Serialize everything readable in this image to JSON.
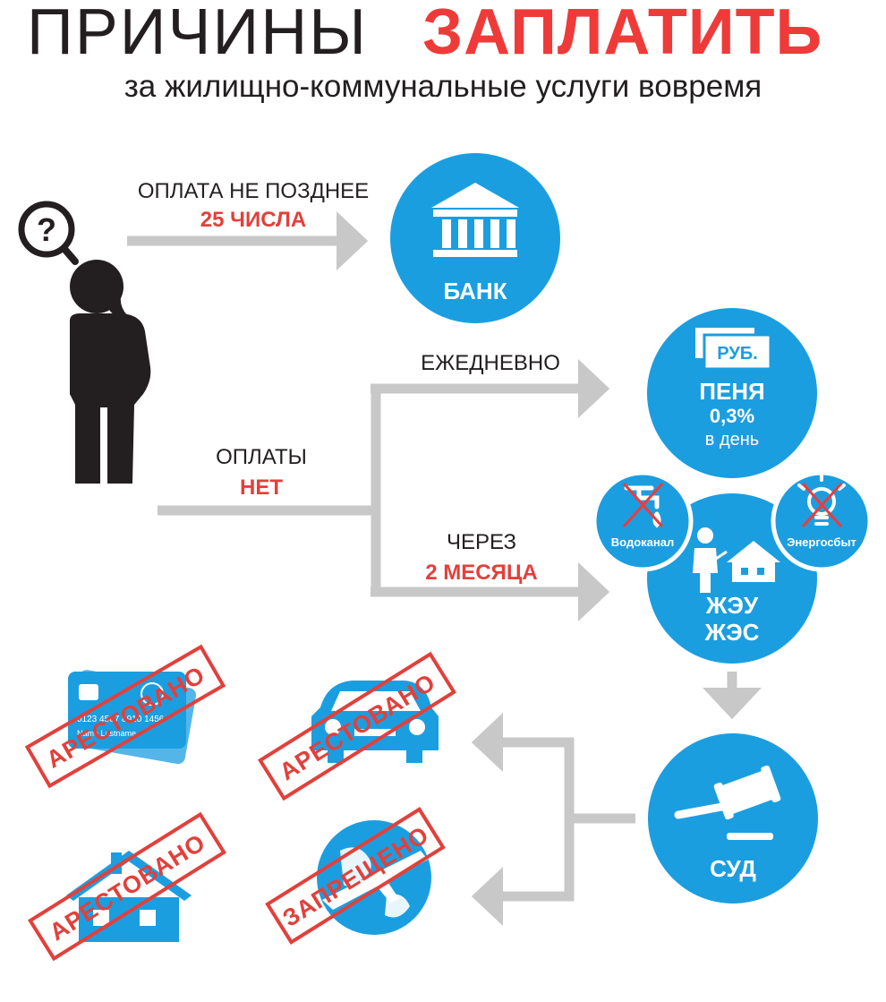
{
  "title": {
    "part1": "ПРИЧИНЫ",
    "part2": "ЗАПЛАТИТЬ",
    "subtitle": "за жилищно-коммунальные услуги вовремя"
  },
  "flow": {
    "pay_on_time": {
      "line1": "ОПЛАТА НЕ ПОЗДНЕЕ",
      "line2": "25 ЧИСЛА"
    },
    "bank": "БАНК",
    "no_payment": {
      "line1": "ОПЛАТЫ",
      "line2": "НЕТ"
    },
    "daily": "ЕЖЕДНЕВНО",
    "after": {
      "line1": "ЧЕРЕЗ",
      "line2": "2 МЕСЯЦА"
    },
    "penalty": {
      "note": "РУБ.",
      "line1": "ПЕНЯ",
      "line2": "0,3%",
      "line3": "в день"
    },
    "utilities": {
      "water": "Водоканал",
      "energy": "Энергосбыт",
      "line1": "ЖЭУ",
      "line2": "ЖЭС"
    },
    "court": "СУД"
  },
  "card": {
    "number": "0123 4567 8910 1456",
    "name": "Name Lastname"
  },
  "stamps": {
    "card": "АРЕСТОВАНО",
    "car": "АРЕСТОВАНО",
    "house": "АРЕСТОВАНО",
    "travel": "ЗАПРЕЩЕНО"
  },
  "colors": {
    "blue": "#1b9ee0",
    "red": "#ee3b39",
    "dark": "#231f20",
    "arrow": "#c8c8c8"
  },
  "icons": [
    "question-icon",
    "person-icon",
    "bank-icon",
    "banknote-icon",
    "faucet-icon",
    "bulb-icon",
    "worker-icon",
    "house-icon",
    "gavel-icon",
    "credit-card-icon",
    "car-icon",
    "globe-plane-icon"
  ]
}
